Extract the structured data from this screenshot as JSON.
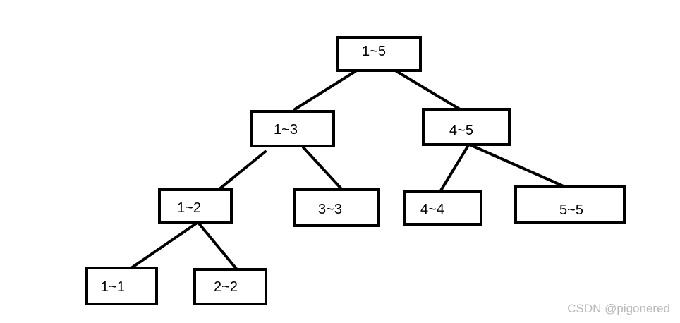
{
  "tree": {
    "nodes": [
      {
        "id": "n15",
        "label": "1~5"
      },
      {
        "id": "n13",
        "label": "1~3"
      },
      {
        "id": "n45",
        "label": "4~5"
      },
      {
        "id": "n12",
        "label": "1~2"
      },
      {
        "id": "n33",
        "label": "3~3"
      },
      {
        "id": "n44",
        "label": "4~4"
      },
      {
        "id": "n55",
        "label": "5~5"
      },
      {
        "id": "n11",
        "label": "1~1"
      },
      {
        "id": "n22",
        "label": "2~2"
      }
    ],
    "edges": [
      {
        "from": "n15",
        "to": "n13"
      },
      {
        "from": "n15",
        "to": "n45"
      },
      {
        "from": "n13",
        "to": "n12"
      },
      {
        "from": "n13",
        "to": "n33"
      },
      {
        "from": "n45",
        "to": "n44"
      },
      {
        "from": "n45",
        "to": "n55"
      },
      {
        "from": "n12",
        "to": "n11"
      },
      {
        "from": "n12",
        "to": "n22"
      }
    ]
  },
  "watermark": "CSDN @pigonered"
}
